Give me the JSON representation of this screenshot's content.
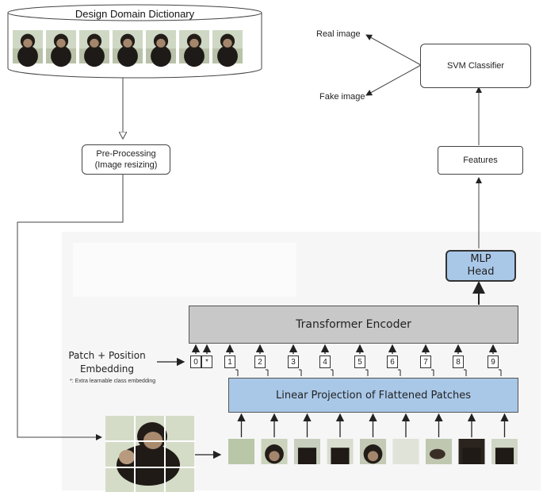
{
  "dictionary": {
    "title": "Design Domain Dictionary",
    "thumbnail_count": 7
  },
  "preprocessing": {
    "line1": "Pre-Processing",
    "line2": "(Image resizing)"
  },
  "classifier": {
    "svm_label": "SVM Classifier",
    "features_label": "Features",
    "real_label": "Real image",
    "fake_label": "Fake image"
  },
  "vit": {
    "mlp_line1": "MLP",
    "mlp_line2": "Head",
    "encoder_label": "Transformer Encoder",
    "linear_label": "Linear Projection of Flattened Patches",
    "patch_embed_line1": "Patch + Position",
    "patch_embed_line2": "Embedding",
    "note": "*: Extra learnable class embedding",
    "tokens": [
      "0",
      "*",
      "1",
      "2",
      "3",
      "4",
      "5",
      "6",
      "7",
      "8",
      "9"
    ]
  },
  "colors": {
    "blue_box": "#a9c8e8",
    "encoder_gray": "#c8c8c8",
    "line": "#333333"
  },
  "icons": [
    "chimp-photo-thumbnail",
    "image-patch"
  ]
}
